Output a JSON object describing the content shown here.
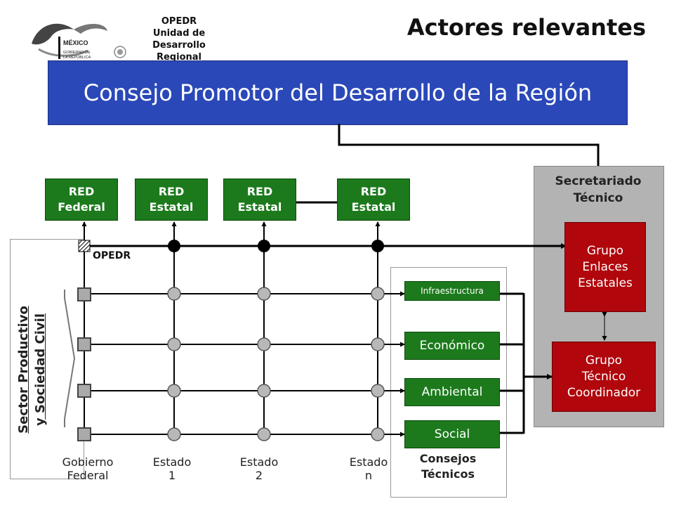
{
  "header": {
    "org_line1": "OPEDR",
    "org_line2": "Unidad de Desarrollo",
    "org_line3": "Regional",
    "title": "Actores relevantes",
    "logo": {
      "icon": "mexico-eagle-logo",
      "text1": "MÉXICO",
      "text2": "GOBIERNO DE",
      "text3": "LA REPÚBLICA"
    }
  },
  "consejo": {
    "label": "Consejo Promotor del Desarrollo de la Región"
  },
  "secretariado": {
    "title_line1": "Secretariado",
    "title_line2": "Técnico",
    "grupo_enlaces": [
      "Grupo",
      "Enlaces",
      "Estatales"
    ],
    "grupo_tecnico": [
      "Grupo",
      "Técnico",
      "Coordinador"
    ]
  },
  "redes": [
    {
      "line1": "RED",
      "line2": "Federal"
    },
    {
      "line1": "RED",
      "line2": "Estatal"
    },
    {
      "line1": "RED",
      "line2": "Estatal"
    },
    {
      "line1": "RED",
      "line2": "Estatal"
    }
  ],
  "opedr_label": "OPEDR",
  "consejos": {
    "items": [
      "Infraestructura",
      "Económico",
      "Ambiental",
      "Social"
    ],
    "label_line1": "Consejos",
    "label_line2": "Técnicos"
  },
  "sector": {
    "line1": "Sector Productivo",
    "line2": "y Sociedad Civil"
  },
  "columns": [
    {
      "line1": "Gobierno",
      "line2": "Federal"
    },
    {
      "line1": "Estado",
      "line2": "1"
    },
    {
      "line1": "Estado",
      "line2": "2"
    },
    {
      "line1": "Estado",
      "line2": "n"
    }
  ],
  "colors": {
    "blue": "#2a48b8",
    "red": "#b0060c",
    "green": "#1c7a1c",
    "gray": "#b3b3b3"
  }
}
